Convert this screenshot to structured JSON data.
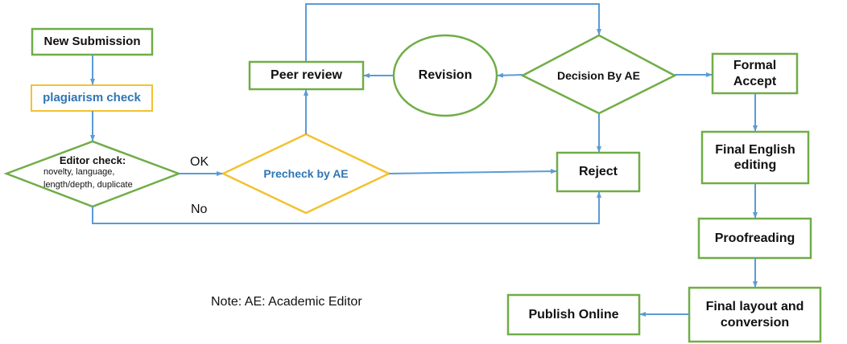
{
  "colors": {
    "green": "#70AD47",
    "yellow": "#F2C230",
    "line": "#5B9BD5",
    "blue_text": "#2E75B6"
  },
  "nodes": {
    "new_submission": "New Submission",
    "plagiarism_check": "plagiarism check",
    "editor_check_title": "Editor check:",
    "editor_check_detail_1": "novelty, language,",
    "editor_check_detail_2": "length/depth, duplicate",
    "precheck": "Precheck by AE",
    "peer_review": "Peer review",
    "revision": "Revision",
    "decision": "Decision By AE",
    "formal_accept_1": "Formal",
    "formal_accept_2": "Accept",
    "reject": "Reject",
    "final_english_1": "Final English",
    "final_english_2": "editing",
    "proofreading": "Proofreading",
    "final_layout_1": "Final layout and",
    "final_layout_2": "conversion",
    "publish": "Publish Online"
  },
  "edge_labels": {
    "ok": "OK",
    "no": "No"
  },
  "note": "Note: AE: Academic Editor"
}
